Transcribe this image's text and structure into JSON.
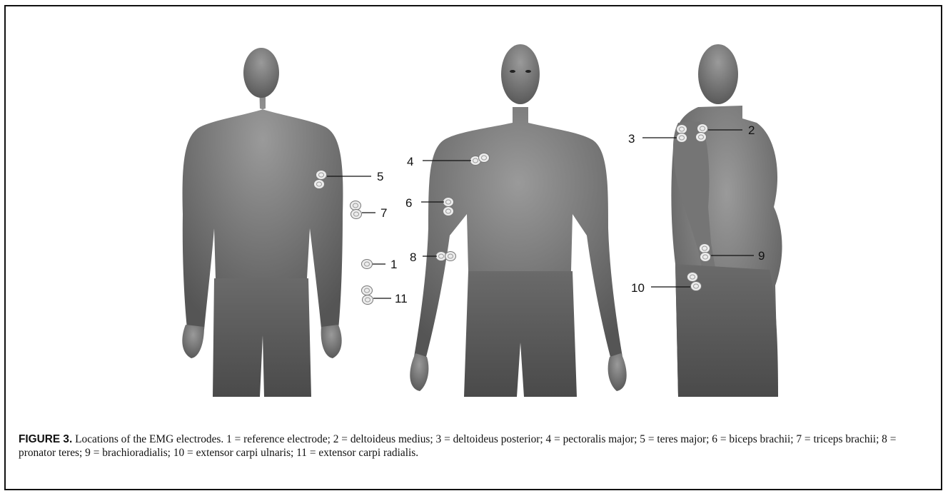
{
  "caption": {
    "label": "FIGURE 3.",
    "text": "Locations of the EMG electrodes. 1 = reference electrode; 2 = deltoideus medius; 3 = deltoideus posterior; 4 = pectoralis major; 5 = teres major; 6 = biceps brachii; 7 = triceps brachii; 8 = pronator teres; 9 = brachioradialis; 10 = extensor carpi ulnaris; 11 = extensor carpi radialis."
  },
  "views": [
    {
      "name": "back-view",
      "labels": [
        "5",
        "7",
        "1",
        "11"
      ]
    },
    {
      "name": "front-view",
      "labels": [
        "4",
        "6",
        "8"
      ]
    },
    {
      "name": "side-view",
      "labels": [
        "3",
        "2",
        "9",
        "10"
      ]
    }
  ],
  "colors": {
    "figure_fill": "#6b6b6b",
    "shorts_fill": "#585858",
    "electrode": "#e6e6e6",
    "border": "#111111"
  }
}
